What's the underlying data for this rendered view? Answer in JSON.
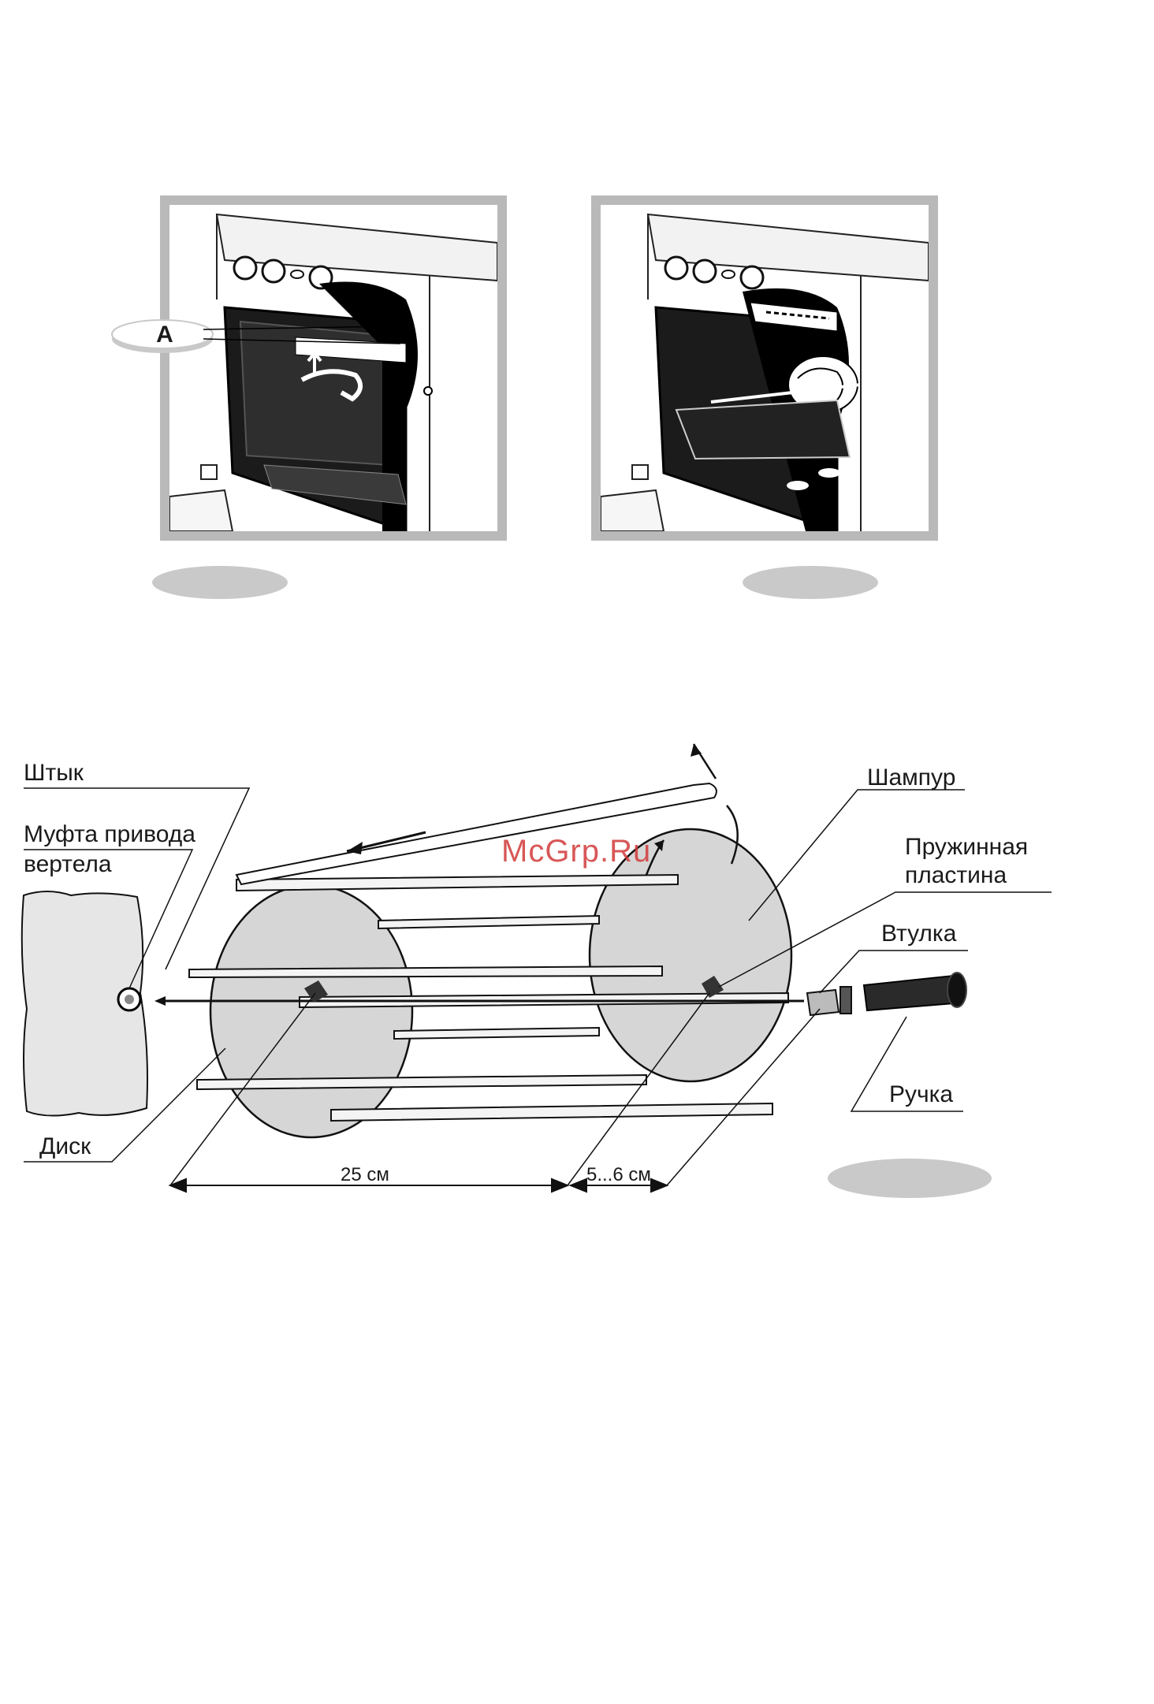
{
  "figure_top": {
    "left_panel": {
      "callout_label": "A"
    },
    "right_panel": {}
  },
  "rotisserie": {
    "labels": {
      "shtyk": "Штык",
      "mufta_line1": "Муфта привода",
      "mufta_line2": "вертела",
      "disk": "Диск",
      "shampur": "Шампур",
      "plastina_line1": "Пружинная",
      "plastina_line2": "пластина",
      "vtulka": "Втулка",
      "ruchka": "Ручка"
    },
    "dimensions": {
      "main": "25 см",
      "small": "5...6 см"
    }
  },
  "watermark": "McGrp.Ru",
  "colors": {
    "panel_frame": "#b9b9b9",
    "oval_fill": "#c9c9c9",
    "disc_fill": "#d6d6d6",
    "watermark": "#d23a3a"
  }
}
